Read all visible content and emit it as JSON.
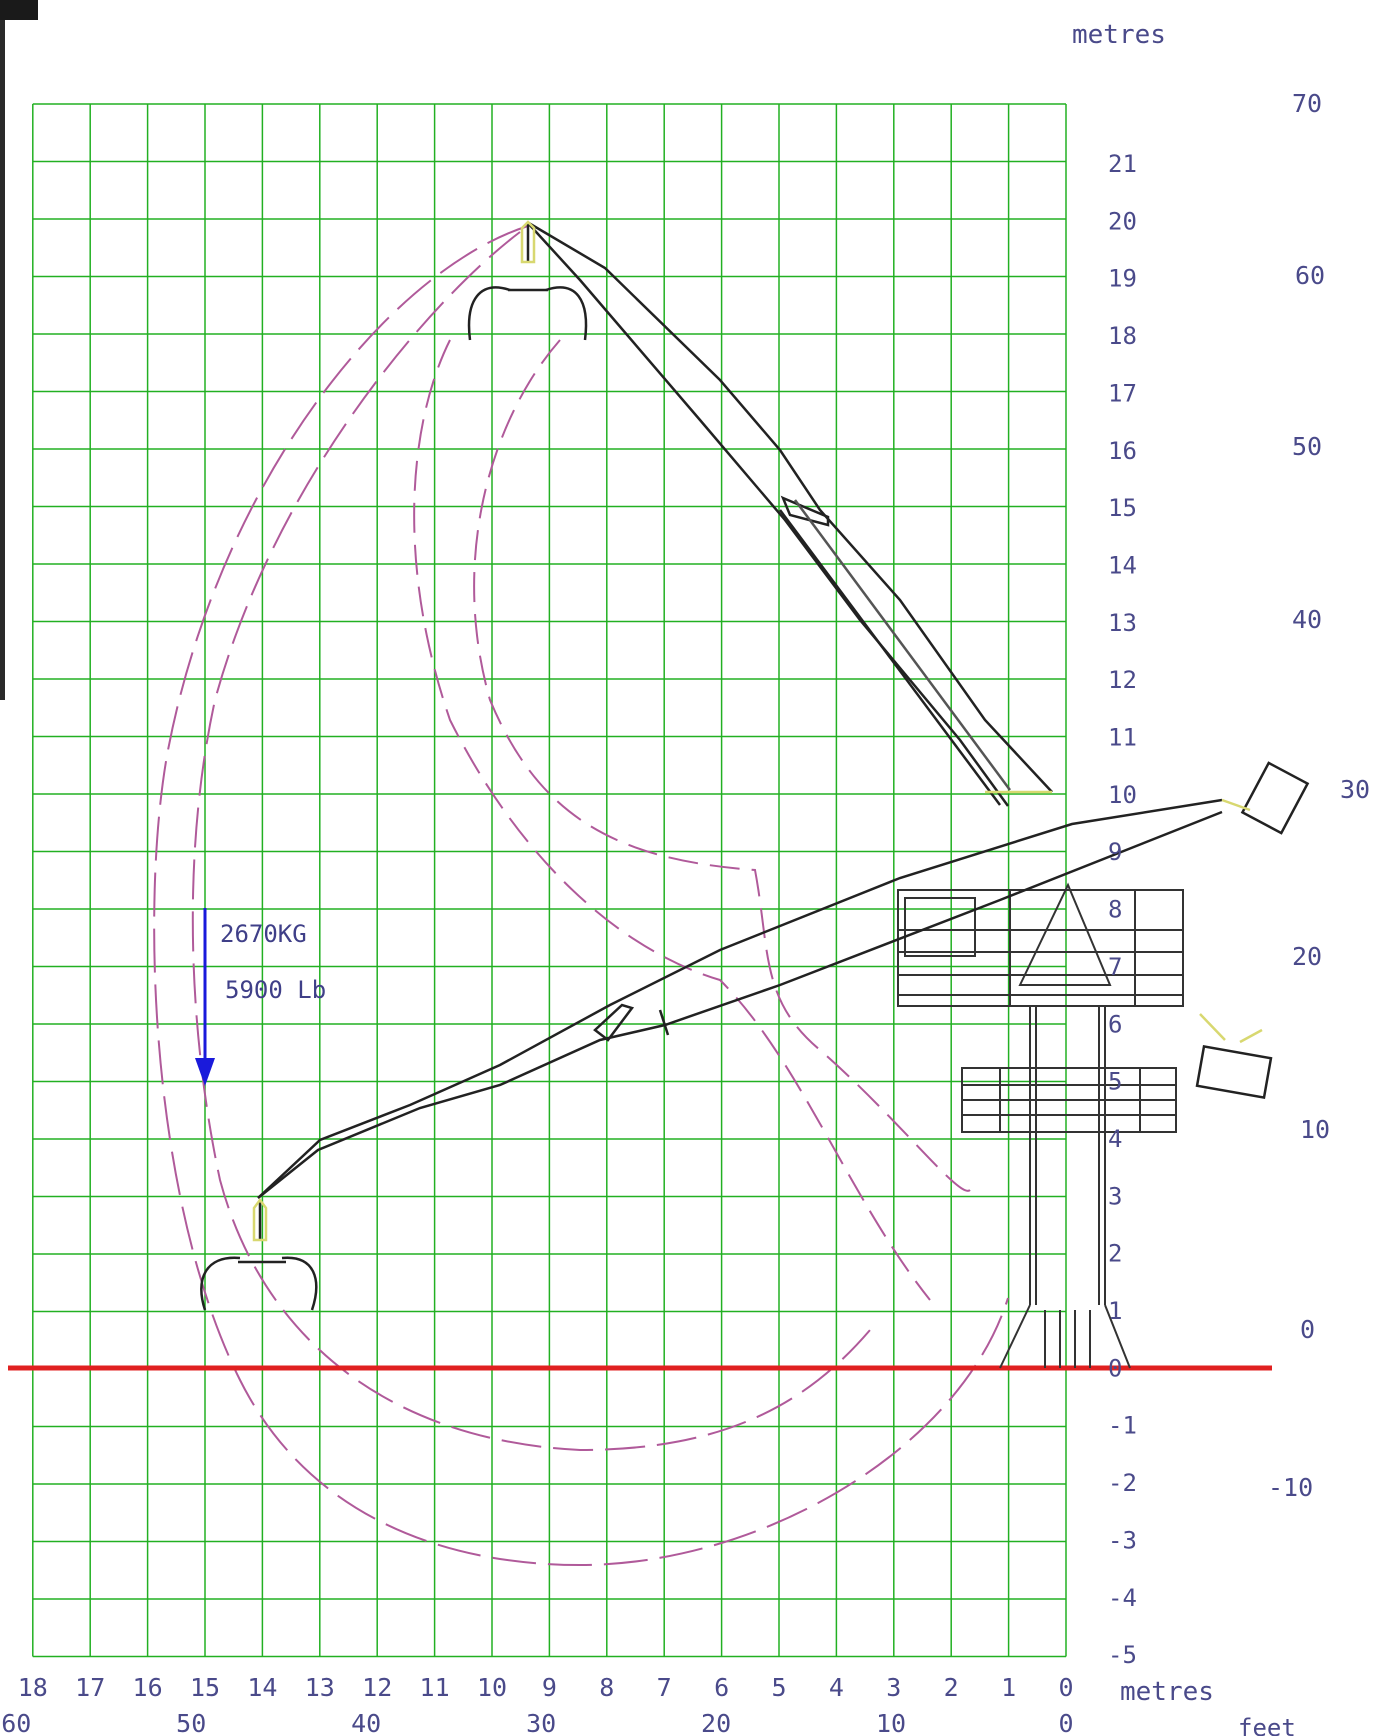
{
  "units": {
    "top_right": "metres",
    "bottom_right": "metres",
    "feet_bottom": "feet"
  },
  "metres_vertical": [
    "21",
    "20",
    "19",
    "18",
    "17",
    "16",
    "15",
    "14",
    "13",
    "12",
    "11",
    "10",
    "9",
    "8",
    "7",
    "6",
    "5",
    "4",
    "3",
    "2",
    "1",
    "0",
    "-1",
    "-2",
    "-3",
    "-4",
    "-5"
  ],
  "feet_vertical": [
    "70",
    "60",
    "50",
    "40",
    "30",
    "20",
    "10",
    "0",
    "-10"
  ],
  "metres_horizontal": [
    "18",
    "17",
    "16",
    "15",
    "14",
    "13",
    "12",
    "11",
    "10",
    "9",
    "8",
    "7",
    "6",
    "5",
    "4",
    "3",
    "2",
    "1",
    "0"
  ],
  "feet_horizontal": [
    "60",
    "50",
    "40",
    "30",
    "20",
    "10",
    "0"
  ],
  "load": {
    "kg": "2670KG",
    "lb": "5900 Lb"
  },
  "colors": {
    "grid": "#22b022",
    "ground_line": "#e02020",
    "load_arrow": "#1a1adb",
    "envelope": "#b05a9a",
    "crane": "#222222",
    "hydraulics": "#d8d870"
  }
}
